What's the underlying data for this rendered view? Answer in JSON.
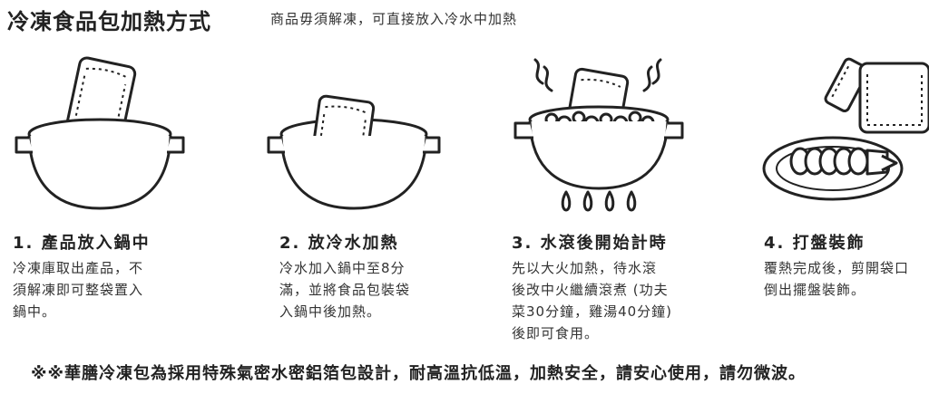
{
  "header": {
    "title": "冷凍食品包加熱方式",
    "subtitle": "商品毋須解凍，可直接放入冷水中加熱"
  },
  "steps": [
    {
      "title": "1. 產品放入鍋中",
      "desc": [
        "冷凍庫取出產品，不",
        "須解凍即可整袋置入",
        "鍋中。"
      ]
    },
    {
      "title": "2. 放冷水加熱",
      "desc": [
        "冷水加入鍋中至8分",
        "滿，並將食品包裝袋",
        "入鍋中後加熱。"
      ]
    },
    {
      "title": "3. 水滾後開始計時",
      "desc": [
        "先以大火加熱，待水滾",
        "後改中火繼續滾煮 (功夫",
        "菜30分鐘，雞湯40分鐘)",
        "後即可食用。"
      ]
    },
    {
      "title": "4. 打盤裝飾",
      "desc": [
        "覆熱完成後，剪開袋口",
        "倒出擺盤裝飾。"
      ]
    }
  ],
  "footer": {
    "note": "※※華膳冷凍包為採用特殊氣密水密鋁箔包設計，耐高溫抗低溫，加熱安全，請安心使用，請勿微波。"
  },
  "icons": {
    "step1": "pot-with-bag-icon",
    "step2": "pot-with-water-icon",
    "step3": "boiling-pot-flame-icon",
    "step4": "cut-bag-plate-icon"
  }
}
